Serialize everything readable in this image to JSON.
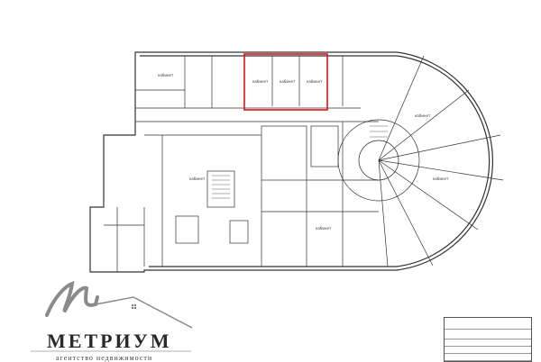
{
  "logo": {
    "brand": "МЕТРИУМ",
    "tagline": "агентство недвижимости",
    "colors": {
      "swoosh": "#8a8a8a",
      "text": "#2a2a2a"
    }
  },
  "plan": {
    "highlight_color": "#d9141b",
    "room_label": "кабинет"
  }
}
